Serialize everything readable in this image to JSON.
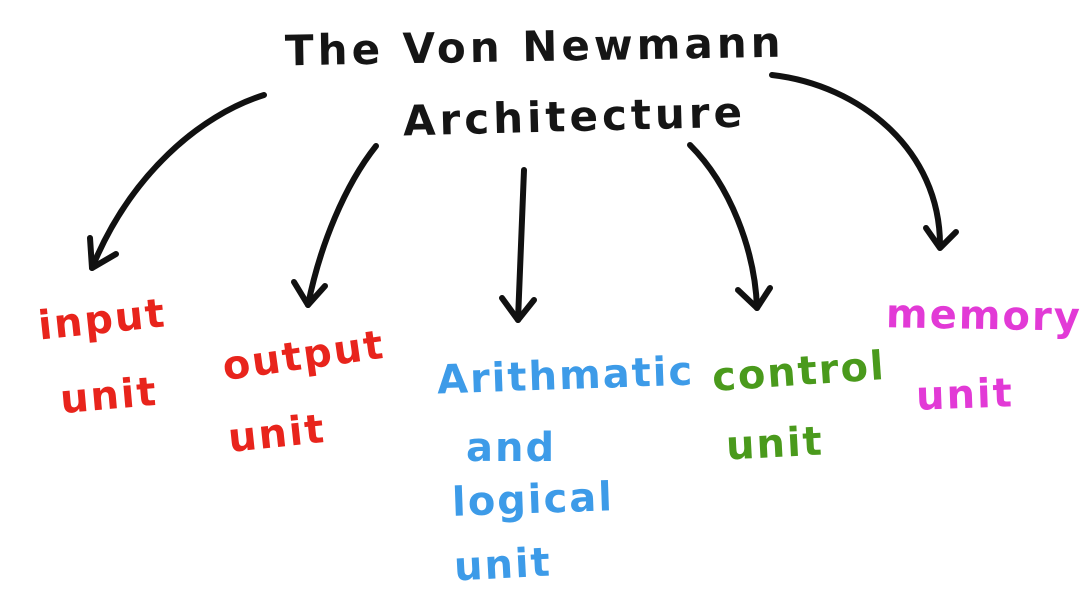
{
  "title": {
    "lines": [
      "The Von Newmann",
      "Architecture"
    ],
    "color": "#151515"
  },
  "nodes": [
    {
      "id": "input",
      "lines": [
        "input",
        "unit"
      ],
      "color": "#e8241c"
    },
    {
      "id": "output",
      "lines": [
        "output",
        "unit"
      ],
      "color": "#e8241c"
    },
    {
      "id": "alu",
      "lines": [
        "Arithmatic",
        "and",
        "logical",
        "unit"
      ],
      "color": "#3d9be8"
    },
    {
      "id": "control",
      "lines": [
        "control",
        "unit"
      ],
      "color": "#4a9a1c"
    },
    {
      "id": "memory",
      "lines": [
        "memory",
        "unit"
      ],
      "color": "#e23ad6"
    }
  ],
  "arrow_color": "#111111"
}
